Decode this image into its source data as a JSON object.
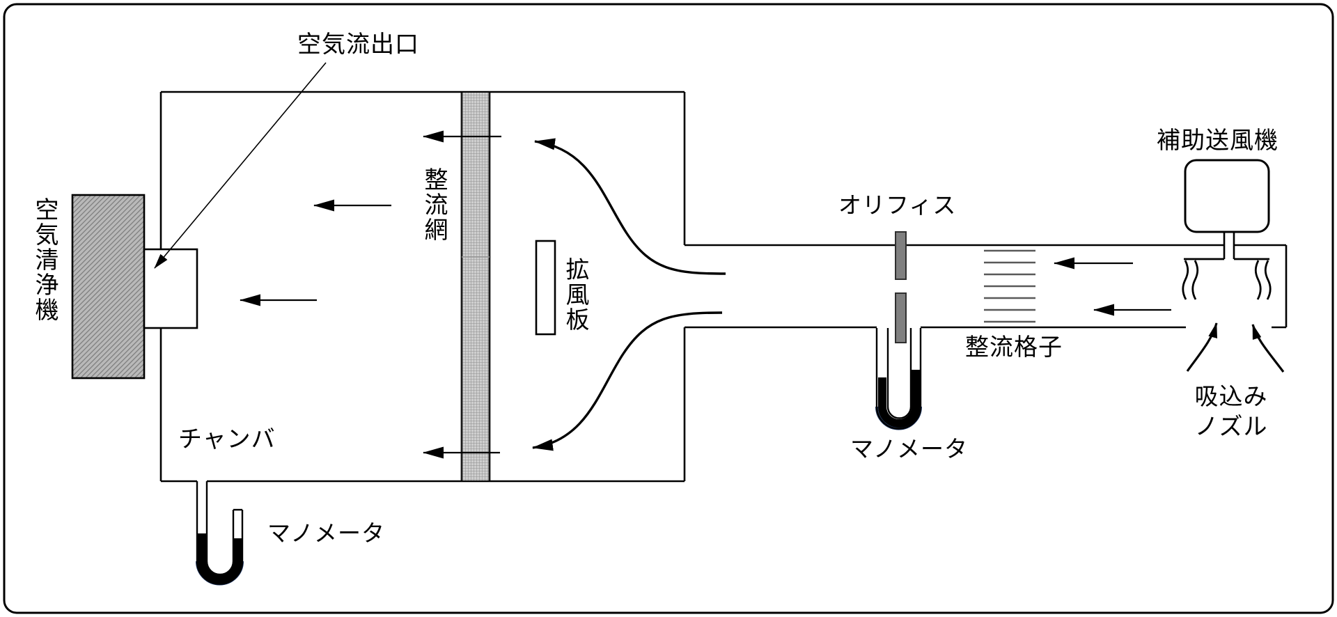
{
  "diagram": {
    "kind": "air-blower-test-apparatus-schematic",
    "labels": {
      "air_outlet": "空気流出口",
      "air_cleaner": "空気清浄機",
      "rectifier_screen": "整流網",
      "diffuser_plate": "拡風板",
      "chamber": "チャンバ",
      "manometer_chamber": "マノメータ",
      "orifice": "オリフィス",
      "manometer_orifice": "マノメータ",
      "rectifier_grid": "整流格子",
      "auxiliary_blower": "補助送風機",
      "suction_nozzle_line1": "吸込み",
      "suction_nozzle_line2": "ノズル"
    },
    "colors": {
      "line": "#000000",
      "background": "#ffffff",
      "orifice_plate": "#808080",
      "orifice_plate_border": "#2f2f2f",
      "grid_line": "#595959",
      "manometer_liquid": "#000000",
      "manometer_accent": "#1f3864",
      "mesh_fill_line": "#8d8d8d",
      "cleaner_fill_line": "#7a7a7a"
    }
  }
}
